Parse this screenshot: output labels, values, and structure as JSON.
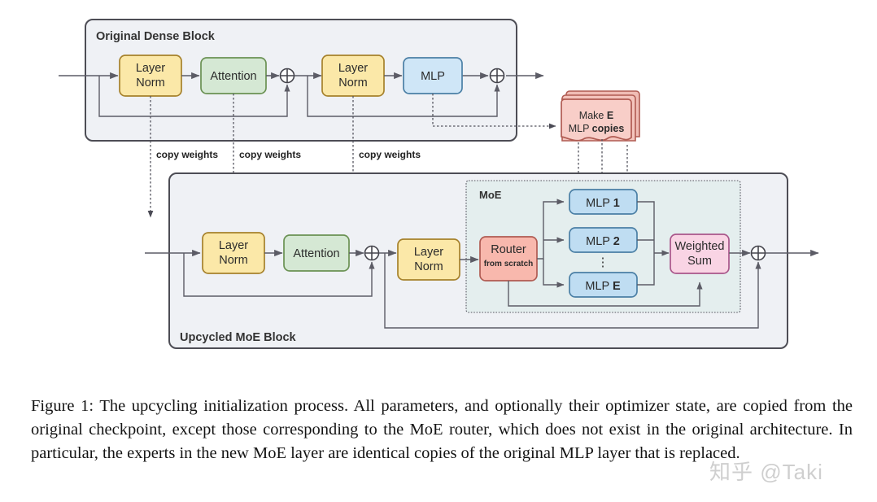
{
  "figure": {
    "dense_block": {
      "title": "Original Dense Block",
      "nodes": [
        {
          "id": "ln1",
          "label": "Layer",
          "label2": "Norm",
          "color": "#fbe8a8",
          "stroke": "#a6812b"
        },
        {
          "id": "attn",
          "label": "Attention",
          "color": "#d5e8d4",
          "stroke": "#6a9153"
        },
        {
          "id": "ln2",
          "label": "Layer",
          "label2": "Norm",
          "color": "#fbe8a8",
          "stroke": "#a6812b"
        },
        {
          "id": "mlp",
          "label": "MLP",
          "color": "#cfe6f7",
          "stroke": "#4a7fa5"
        }
      ],
      "add_symbol": "⊕"
    },
    "copy_labels": [
      "copy weights",
      "copy weights",
      "copy weights"
    ],
    "copies_node": {
      "line1_a": "Make ",
      "line1_b": "E",
      "line2_a": "MLP ",
      "line2_b": "copies",
      "color": "#f8cec8",
      "stroke": "#b05b52"
    },
    "moe_block": {
      "title": "Upcycled MoE Block",
      "moe_label": "MoE",
      "nodes": [
        {
          "id": "ln1",
          "label": "Layer",
          "label2": "Norm",
          "color": "#fbe8a8",
          "stroke": "#a6812b"
        },
        {
          "id": "attn",
          "label": "Attention",
          "color": "#d5e8d4",
          "stroke": "#6a9153"
        },
        {
          "id": "ln2",
          "label": "Layer",
          "label2": "Norm",
          "color": "#fbe8a8",
          "stroke": "#a6812b"
        },
        {
          "id": "router",
          "label": "Router",
          "sub": "from scratch",
          "color": "#f8b8ad",
          "stroke": "#b05b52"
        },
        {
          "id": "weighted_sum",
          "label": "Weighted",
          "label2": "Sum",
          "color": "#f9d4e4",
          "stroke": "#a9568a"
        }
      ],
      "experts": [
        {
          "id": "mlp1",
          "label": "MLP ",
          "index": "1",
          "color": "#bfddf2",
          "stroke": "#4a7fa5"
        },
        {
          "id": "mlp2",
          "label": "MLP ",
          "index": "2",
          "color": "#bfddf2",
          "stroke": "#4a7fa5"
        },
        {
          "id": "mlpE",
          "label": "MLP ",
          "index": "E",
          "color": "#bfddf2",
          "stroke": "#4a7fa5"
        }
      ],
      "ellipsis": "⋮",
      "add_symbol": "⊕"
    },
    "colors": {
      "block_bg": "#eff1f5",
      "block_border": "#4d4d55",
      "moe_bg": "#e4eeee",
      "line": "#5c5c66",
      "page_bg": "#ffffff"
    }
  },
  "caption": {
    "text": "Figure 1: The upcycling initialization process. All parameters, and optionally their optimizer state, are copied from the original checkpoint, except those corresponding to the MoE router, which does not exist in the original architecture. In particular, the experts in the new MoE layer are identical copies of the original MLP layer that is replaced."
  },
  "watermark": {
    "text": "知乎 @Taki"
  }
}
